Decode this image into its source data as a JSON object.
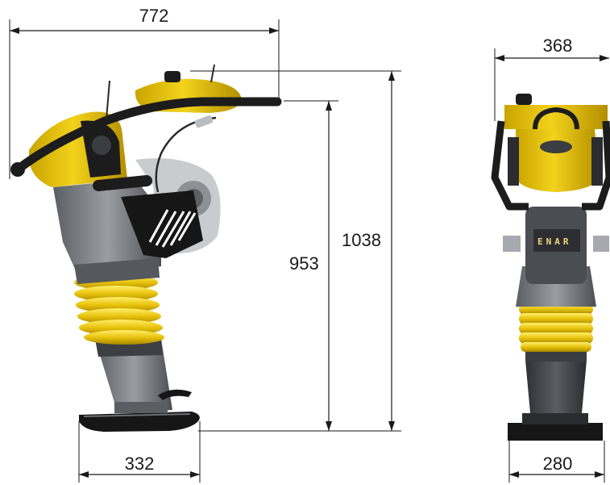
{
  "dimensions": {
    "overall_length": "772",
    "overall_width": "368",
    "height_to_handle": "953",
    "overall_height": "1038",
    "shoe_length": "332",
    "shoe_width": "280"
  },
  "brand": {
    "logo_text": "ENAR"
  },
  "colors": {
    "body_yellow": "#e8c20c",
    "bellows_yellow": "#f2cf1a",
    "dark_grey": "#4a4d52",
    "mid_grey": "#7d8085",
    "light_grey": "#b9bcc0",
    "black": "#161616",
    "line": "#1a1a1a"
  }
}
